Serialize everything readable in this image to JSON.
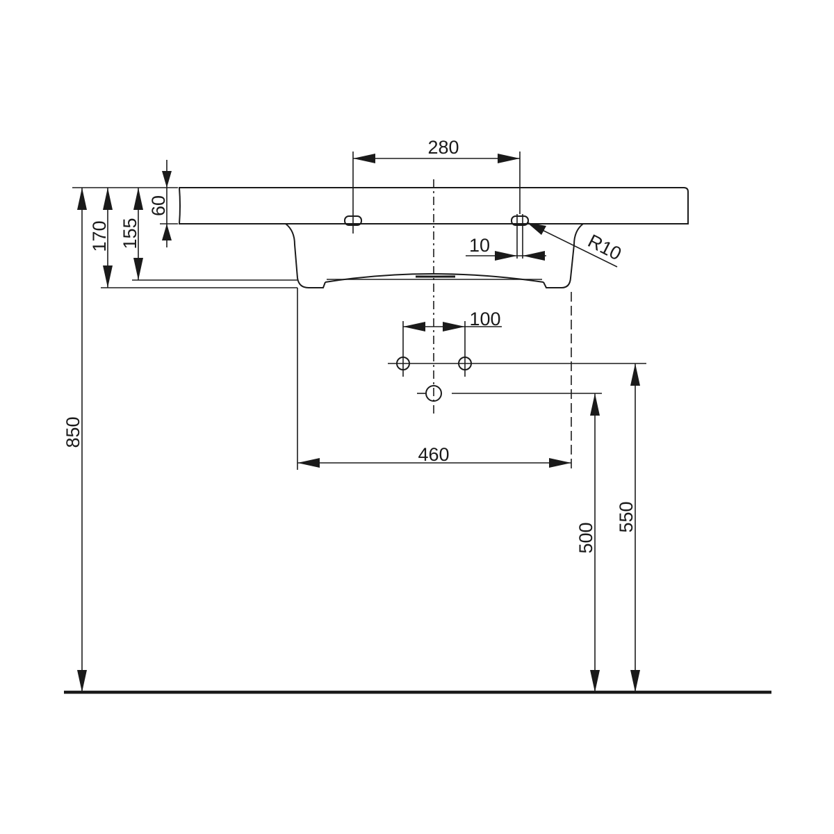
{
  "dimensions": {
    "tap_hole_spacing": "280",
    "slab_thickness": "60",
    "total_height": "170",
    "bowl_depth": "155",
    "hole_width": "10",
    "corner_radius": "R10",
    "waste_spacing": "100",
    "bowl_width": "460",
    "rim_height": "850",
    "waste_height_lower": "500",
    "waste_height_upper": "550"
  },
  "colors": {
    "ink": "#1a1a1a",
    "background": "#ffffff"
  }
}
